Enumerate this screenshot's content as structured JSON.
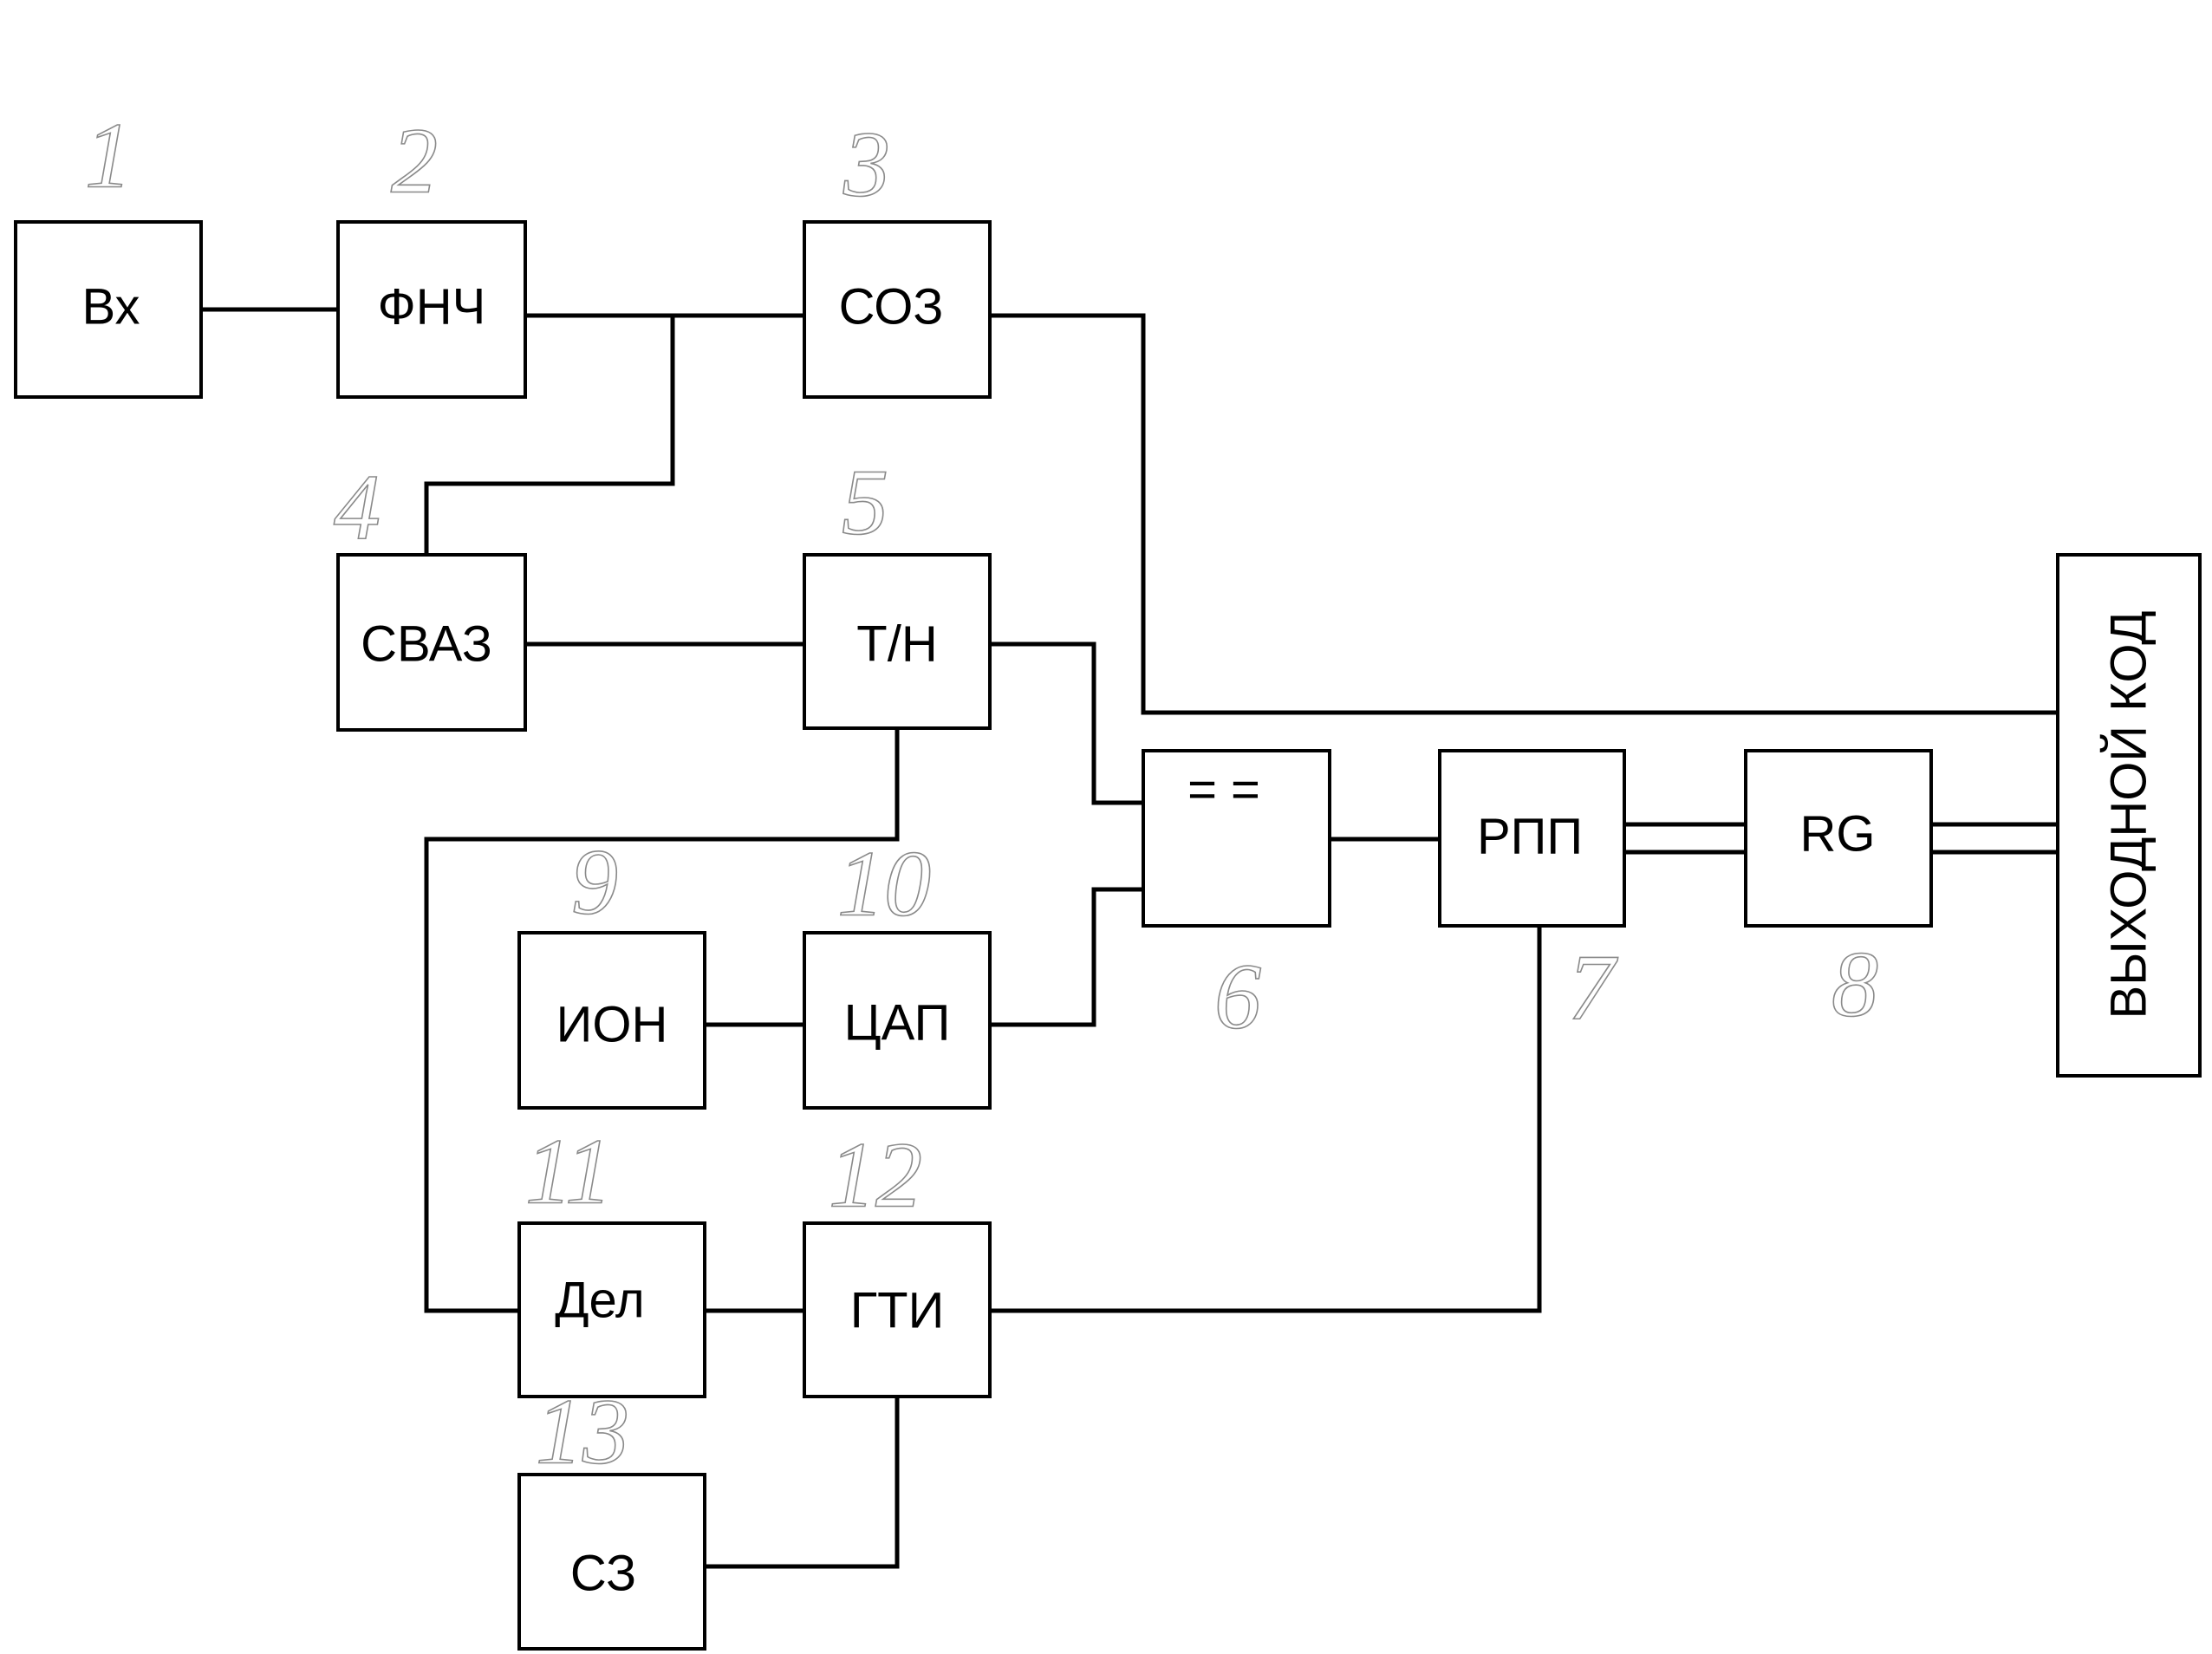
{
  "blocks": {
    "vx": {
      "label": "Вх",
      "number": "1"
    },
    "fnch": {
      "label": "ФНЧ",
      "number": "2"
    },
    "soz": {
      "label": "СОЗ",
      "number": "3"
    },
    "svaz": {
      "label": "СВАЗ",
      "number": "4"
    },
    "tn": {
      "label": "Т/Н",
      "number": "5"
    },
    "comparator": {
      "label": "= =",
      "number": "6"
    },
    "rpp": {
      "label": "РПП",
      "number": "7"
    },
    "rg": {
      "label": "RG",
      "number": "8"
    },
    "ion": {
      "label": "ИОН",
      "number": "9"
    },
    "cap": {
      "label": "ЦАП",
      "number": "10"
    },
    "del": {
      "label": "Дел",
      "number": "11"
    },
    "gti": {
      "label": "ГТИ",
      "number": "12"
    },
    "sz": {
      "label": "СЗ",
      "number": "13"
    }
  },
  "output": {
    "label": "ВЫХОДНОЙ КОД"
  },
  "colors": {
    "line": "#000000",
    "number_outline": "#8a8a8a",
    "background": "#ffffff"
  }
}
